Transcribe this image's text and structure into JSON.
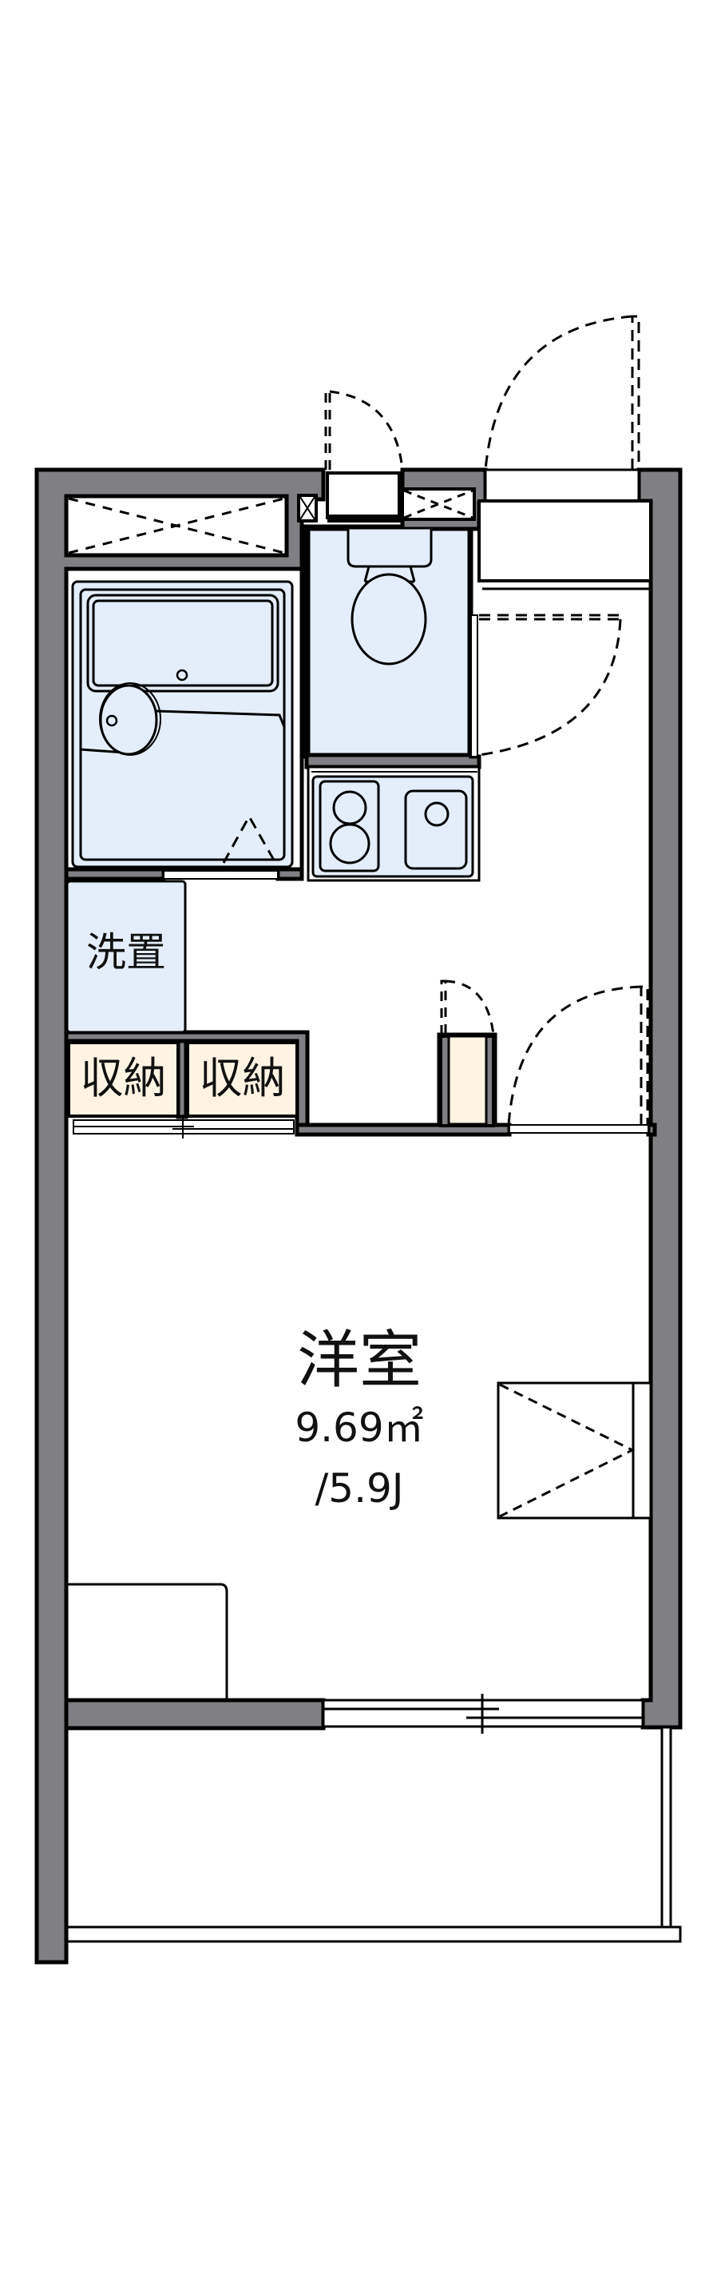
{
  "floorplan": {
    "colors": {
      "wall": "#808084",
      "outline": "#000000",
      "wet_area": "#e4eefb",
      "storage": "#fff4e4",
      "background": "#ffffff"
    },
    "rooms": {
      "main_room": {
        "name": "洋室",
        "area": "9.69㎡",
        "tatami": "/5.9J"
      },
      "washer": {
        "name": "洗置"
      },
      "storage_left": {
        "name": "収納"
      },
      "storage_right": {
        "name": "収納"
      }
    },
    "fixtures": [
      "unit-bath",
      "toilet",
      "kitchen-stove-2-burner",
      "kitchen-sink",
      "shoe-cabinet",
      "closet",
      "desk-counter",
      "balcony",
      "sliding-window",
      "front-door",
      "meter-box-door"
    ]
  }
}
